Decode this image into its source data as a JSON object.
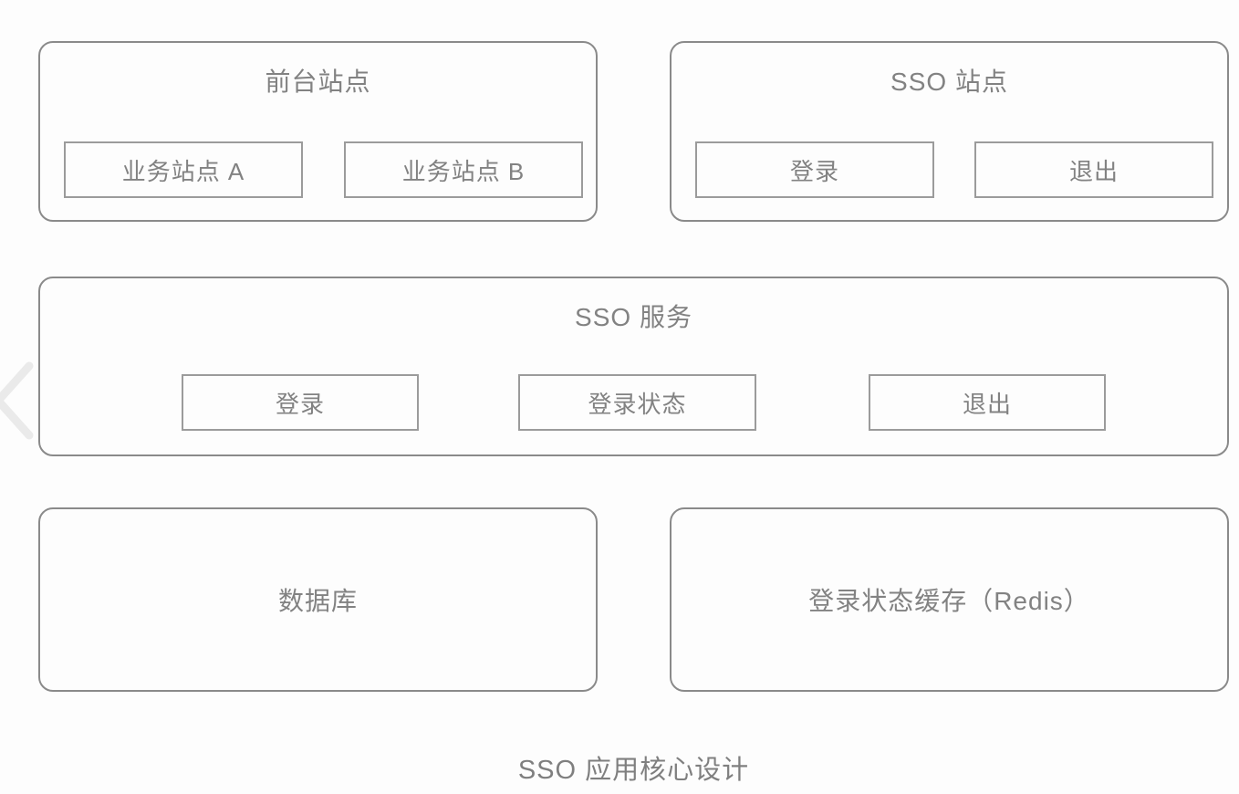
{
  "diagram": {
    "caption": "SSO 应用核心设计",
    "groups": {
      "frontend": {
        "title": "前台站点",
        "items": [
          {
            "label": "业务站点 A"
          },
          {
            "label": "业务站点 B"
          }
        ]
      },
      "sso_site": {
        "title": "SSO 站点",
        "items": [
          {
            "label": "登录"
          },
          {
            "label": "退出"
          }
        ]
      },
      "sso_service": {
        "title": "SSO 服务",
        "items": [
          {
            "label": "登录"
          },
          {
            "label": "登录状态"
          },
          {
            "label": "退出"
          }
        ]
      },
      "database": {
        "title": "数据库"
      },
      "redis_cache": {
        "title": "登录状态缓存（Redis）"
      }
    },
    "colors": {
      "group_border": "#8a8a8a",
      "node_border": "#9b9b9b",
      "text": "#828282",
      "chevron": "#eaeaea",
      "background": "#fdfdfd"
    },
    "icons": [
      {
        "name": "chevron-left-icon",
        "meaning": "previous navigation arrow"
      }
    ]
  }
}
